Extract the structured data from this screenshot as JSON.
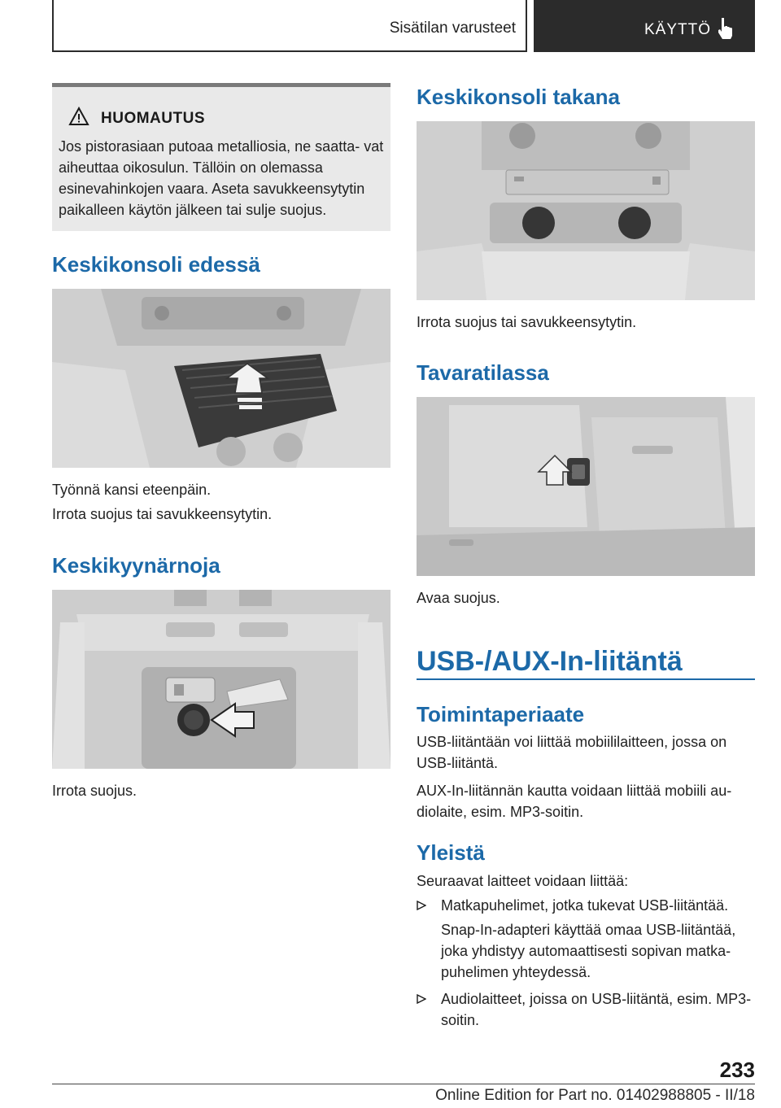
{
  "header": {
    "section": "Sisätilan varusteet",
    "chapter": "KÄYTTÖ"
  },
  "warning": {
    "title": "HUOMAUTUS",
    "body": "Jos pistorasiaan putoaa metalliosia, ne saatta‐ vat aiheuttaa oikosulun. Tällöin on olemassa esinevahinkojen vaara. Aseta savukkeensytytin paikalleen käytön jälkeen tai sulje suojus."
  },
  "left": {
    "front_console": {
      "heading": "Keskikonsoli edessä",
      "line1": "Työnnä kansi eteenpäin.",
      "line2": "Irrota suojus tai savukkeensytytin."
    },
    "armrest": {
      "heading": "Keskikyynärnoja",
      "line1": "Irrota suojus."
    }
  },
  "right": {
    "rear_console": {
      "heading": "Keskikonsoli takana",
      "line1": "Irrota suojus tai savukkeensytytin."
    },
    "luggage": {
      "heading": "Tavaratilassa",
      "line1": "Avaa suojus."
    },
    "usb": {
      "heading": "USB-/AUX-In-liitäntä",
      "principle_heading": "Toimintaperiaate",
      "principle_p1": "USB-liitäntään voi liittää mobiililaitteen, jossa on USB-liitäntä.",
      "principle_p2": "AUX-In-liitännän kautta voidaan liittää mobiili au‐ diolaite, esim. MP3-soitin.",
      "general_heading": "Yleistä",
      "general_intro": "Seuraavat laitteet voidaan liittää:",
      "bullets": [
        "Matkapuhelimet, jotka tukevat USB-liitäntää.",
        "Audiolaitteet, joissa on USB-liitäntä, esim. MP3-soitin."
      ],
      "bullet1_note": "Snap-In-adapteri käyttää omaa USB-liitäntää, joka yhdistyy automaattisesti sopivan matka‐ puhelimen yhteydessä."
    }
  },
  "footer": {
    "page_number": "233",
    "edition": "Online Edition for Part no. 01402988805 - II/18"
  },
  "colors": {
    "accent_blue": "#1c69a8",
    "dark": "#2b2b2b",
    "warning_bg": "#e9e9e9"
  },
  "icons": {
    "warning": "warning-triangle-icon",
    "chapter": "pointing-hand-icon",
    "bullet": "bullet-triangle-icon"
  }
}
